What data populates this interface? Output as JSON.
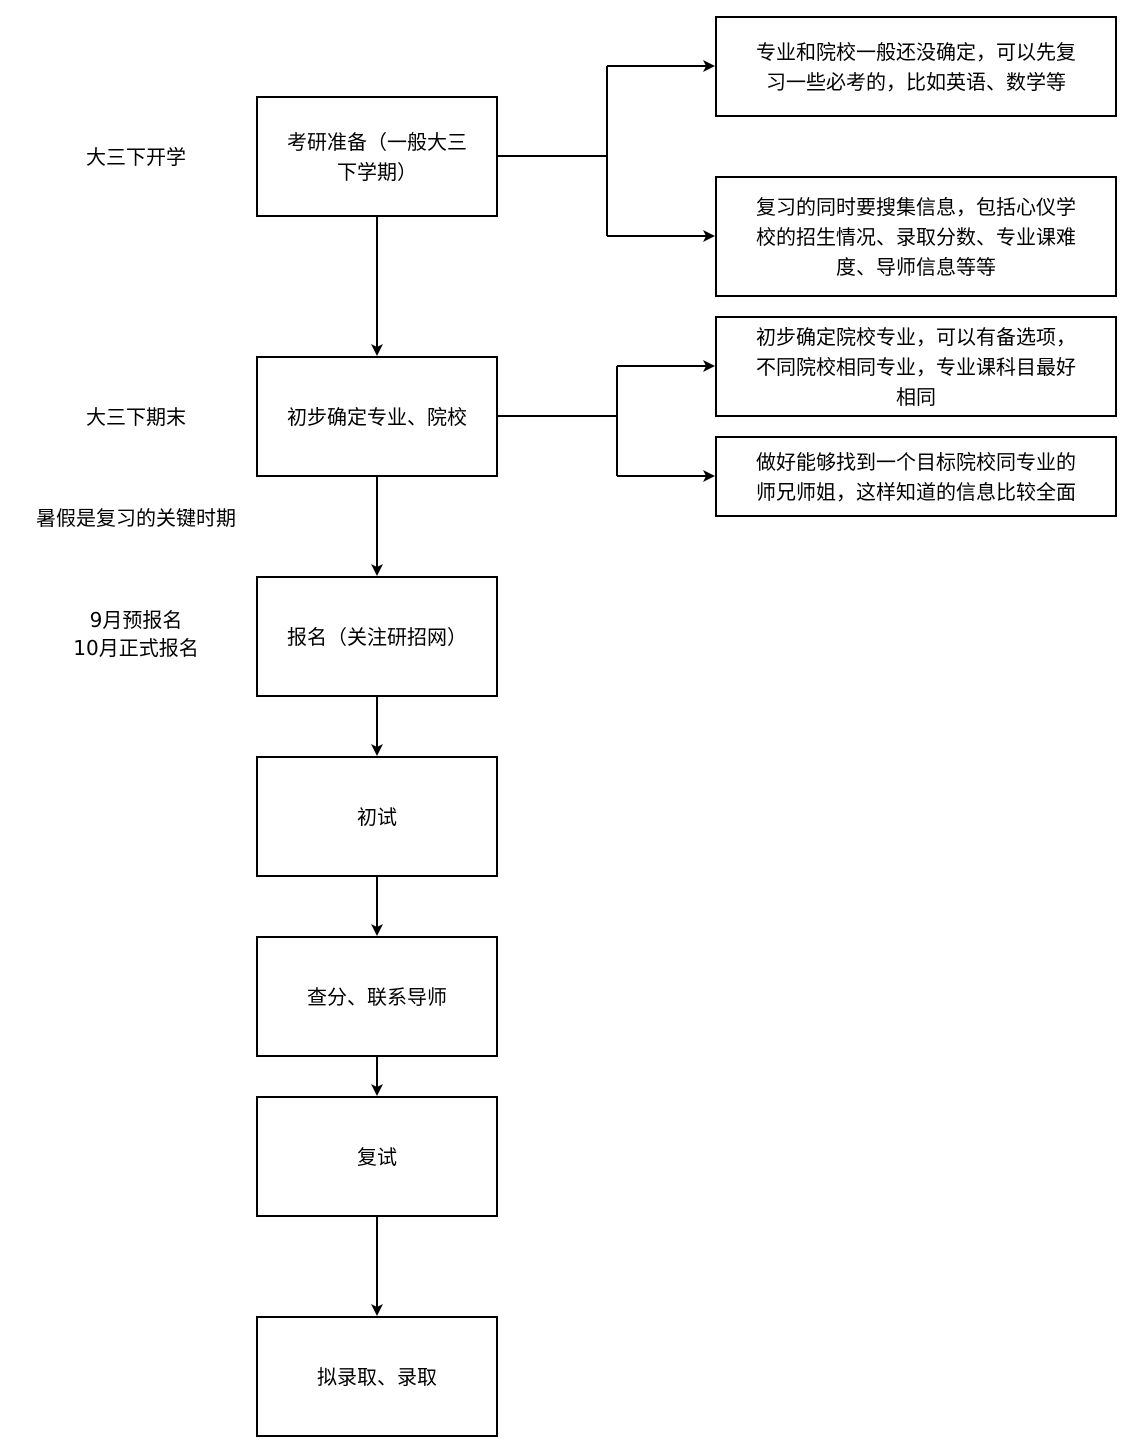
{
  "steps": [
    {
      "lines": [
        "考研准备（一般大三",
        "下学期）"
      ]
    },
    {
      "lines": [
        "初步确定专业、院校"
      ]
    },
    {
      "lines": [
        "报名（关注研招网）"
      ]
    },
    {
      "lines": [
        "初试"
      ]
    },
    {
      "lines": [
        "查分、联系导师"
      ]
    },
    {
      "lines": [
        "复试"
      ]
    },
    {
      "lines": [
        "拟录取、录取"
      ]
    }
  ],
  "notes": [
    {
      "lines": [
        "专业和院校一般还没确定，可以先复",
        "习一些必考的，比如英语、数学等"
      ]
    },
    {
      "lines": [
        "复习的同时要搜集信息，包括心仪学",
        "校的招生情况、录取分数、专业课难",
        "度、导师信息等等"
      ]
    },
    {
      "lines": [
        "初步确定院校专业，可以有备选项，",
        "不同院校相同专业，专业课科目最好",
        "相同"
      ]
    },
    {
      "lines": [
        "做好能够找到一个目标院校同专业的",
        "师兄师姐，这样知道的信息比较全面"
      ]
    }
  ],
  "time_labels": [
    {
      "lines": [
        "大三下开学"
      ]
    },
    {
      "lines": [
        "大三下期末"
      ]
    },
    {
      "lines": [
        "暑假是复习的关键时期"
      ]
    },
    {
      "lines": [
        "9月预报名",
        "10月正式报名"
      ]
    }
  ]
}
